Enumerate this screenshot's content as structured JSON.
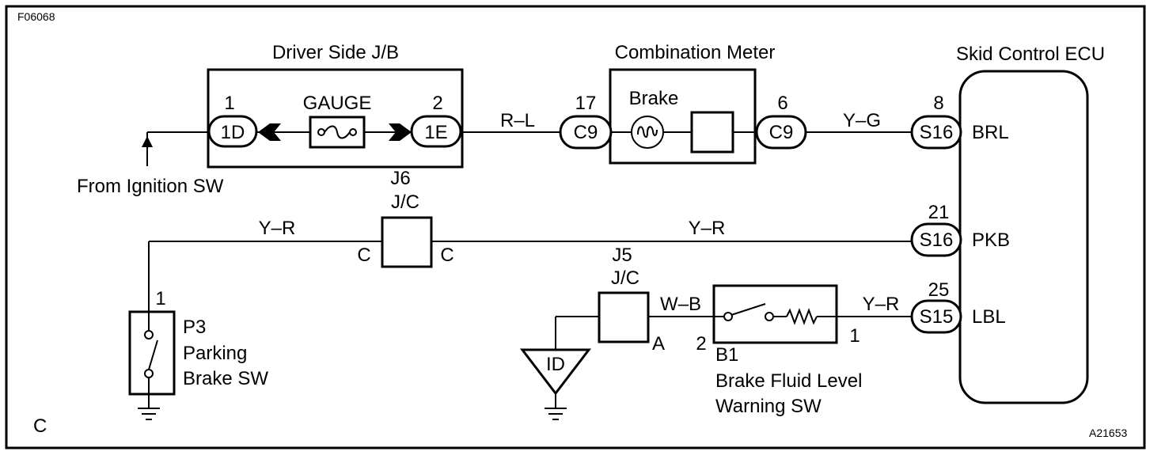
{
  "codes": {
    "figure": "F06068",
    "corner": "C",
    "part": "A21653"
  },
  "jb": {
    "title": "Driver Side J/B",
    "fuse": "GAUGE",
    "pin_in": "1",
    "pin_out": "2",
    "conn_in": "1D",
    "conn_out": "1E"
  },
  "ignition": {
    "label": "From Ignition SW"
  },
  "meter": {
    "title": "Combination Meter",
    "lamp_label": "Brake",
    "pin_in": "17",
    "pin_out": "6",
    "conn_in": "C9",
    "conn_out": "C9"
  },
  "ecu": {
    "title": "Skid Control ECU",
    "pins": [
      {
        "num": "8",
        "conn": "S16",
        "name": "BRL"
      },
      {
        "num": "21",
        "conn": "S16",
        "name": "PKB"
      },
      {
        "num": "25",
        "conn": "S15",
        "name": "LBL"
      }
    ]
  },
  "wires": {
    "rl": "R–L",
    "yg": "Y–G",
    "yr_left": "Y–R",
    "yr_right": "Y–R",
    "wb": "W–B",
    "yr_lbl": "Y–R"
  },
  "j6": {
    "id": "J6",
    "type": "J/C",
    "pin_left": "C",
    "pin_right": "C"
  },
  "j5": {
    "id": "J5",
    "type": "J/C",
    "pin": "A"
  },
  "ground_id": "ID",
  "parking_sw": {
    "pin": "1",
    "id": "P3",
    "line1": "Parking",
    "line2": "Brake SW"
  },
  "fluid_sw": {
    "id": "B1",
    "pin_left": "2",
    "pin_right": "1",
    "line1": "Brake Fluid Level",
    "line2": "Warning SW"
  }
}
